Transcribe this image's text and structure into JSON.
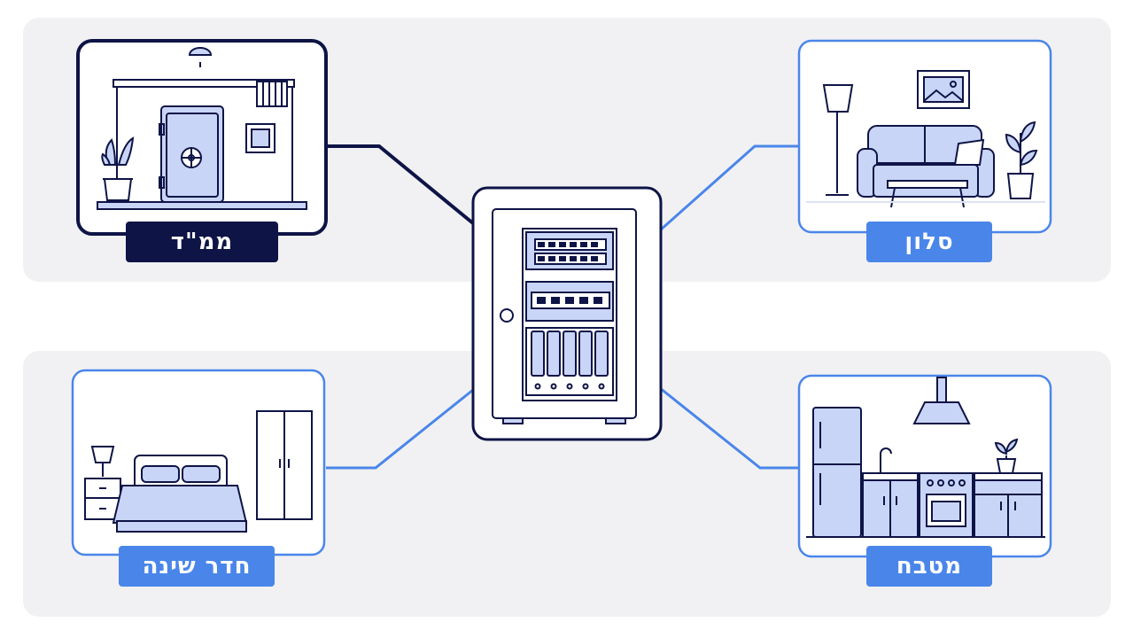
{
  "rooms": {
    "safe_room": {
      "label": "ממ\"ד",
      "icon": "safe-room-icon"
    },
    "living_room": {
      "label": "סלון",
      "icon": "living-room-icon"
    },
    "bedroom": {
      "label": "חדר שינה",
      "icon": "bedroom-icon"
    },
    "kitchen": {
      "label": "מטבח",
      "icon": "kitchen-icon"
    }
  },
  "hub": {
    "icon": "network-cabinet-icon"
  },
  "colors": {
    "dark": "#0e1446",
    "accent": "#4a86ea",
    "fill": "#c9d5f7",
    "band": "#f1f1f3"
  }
}
